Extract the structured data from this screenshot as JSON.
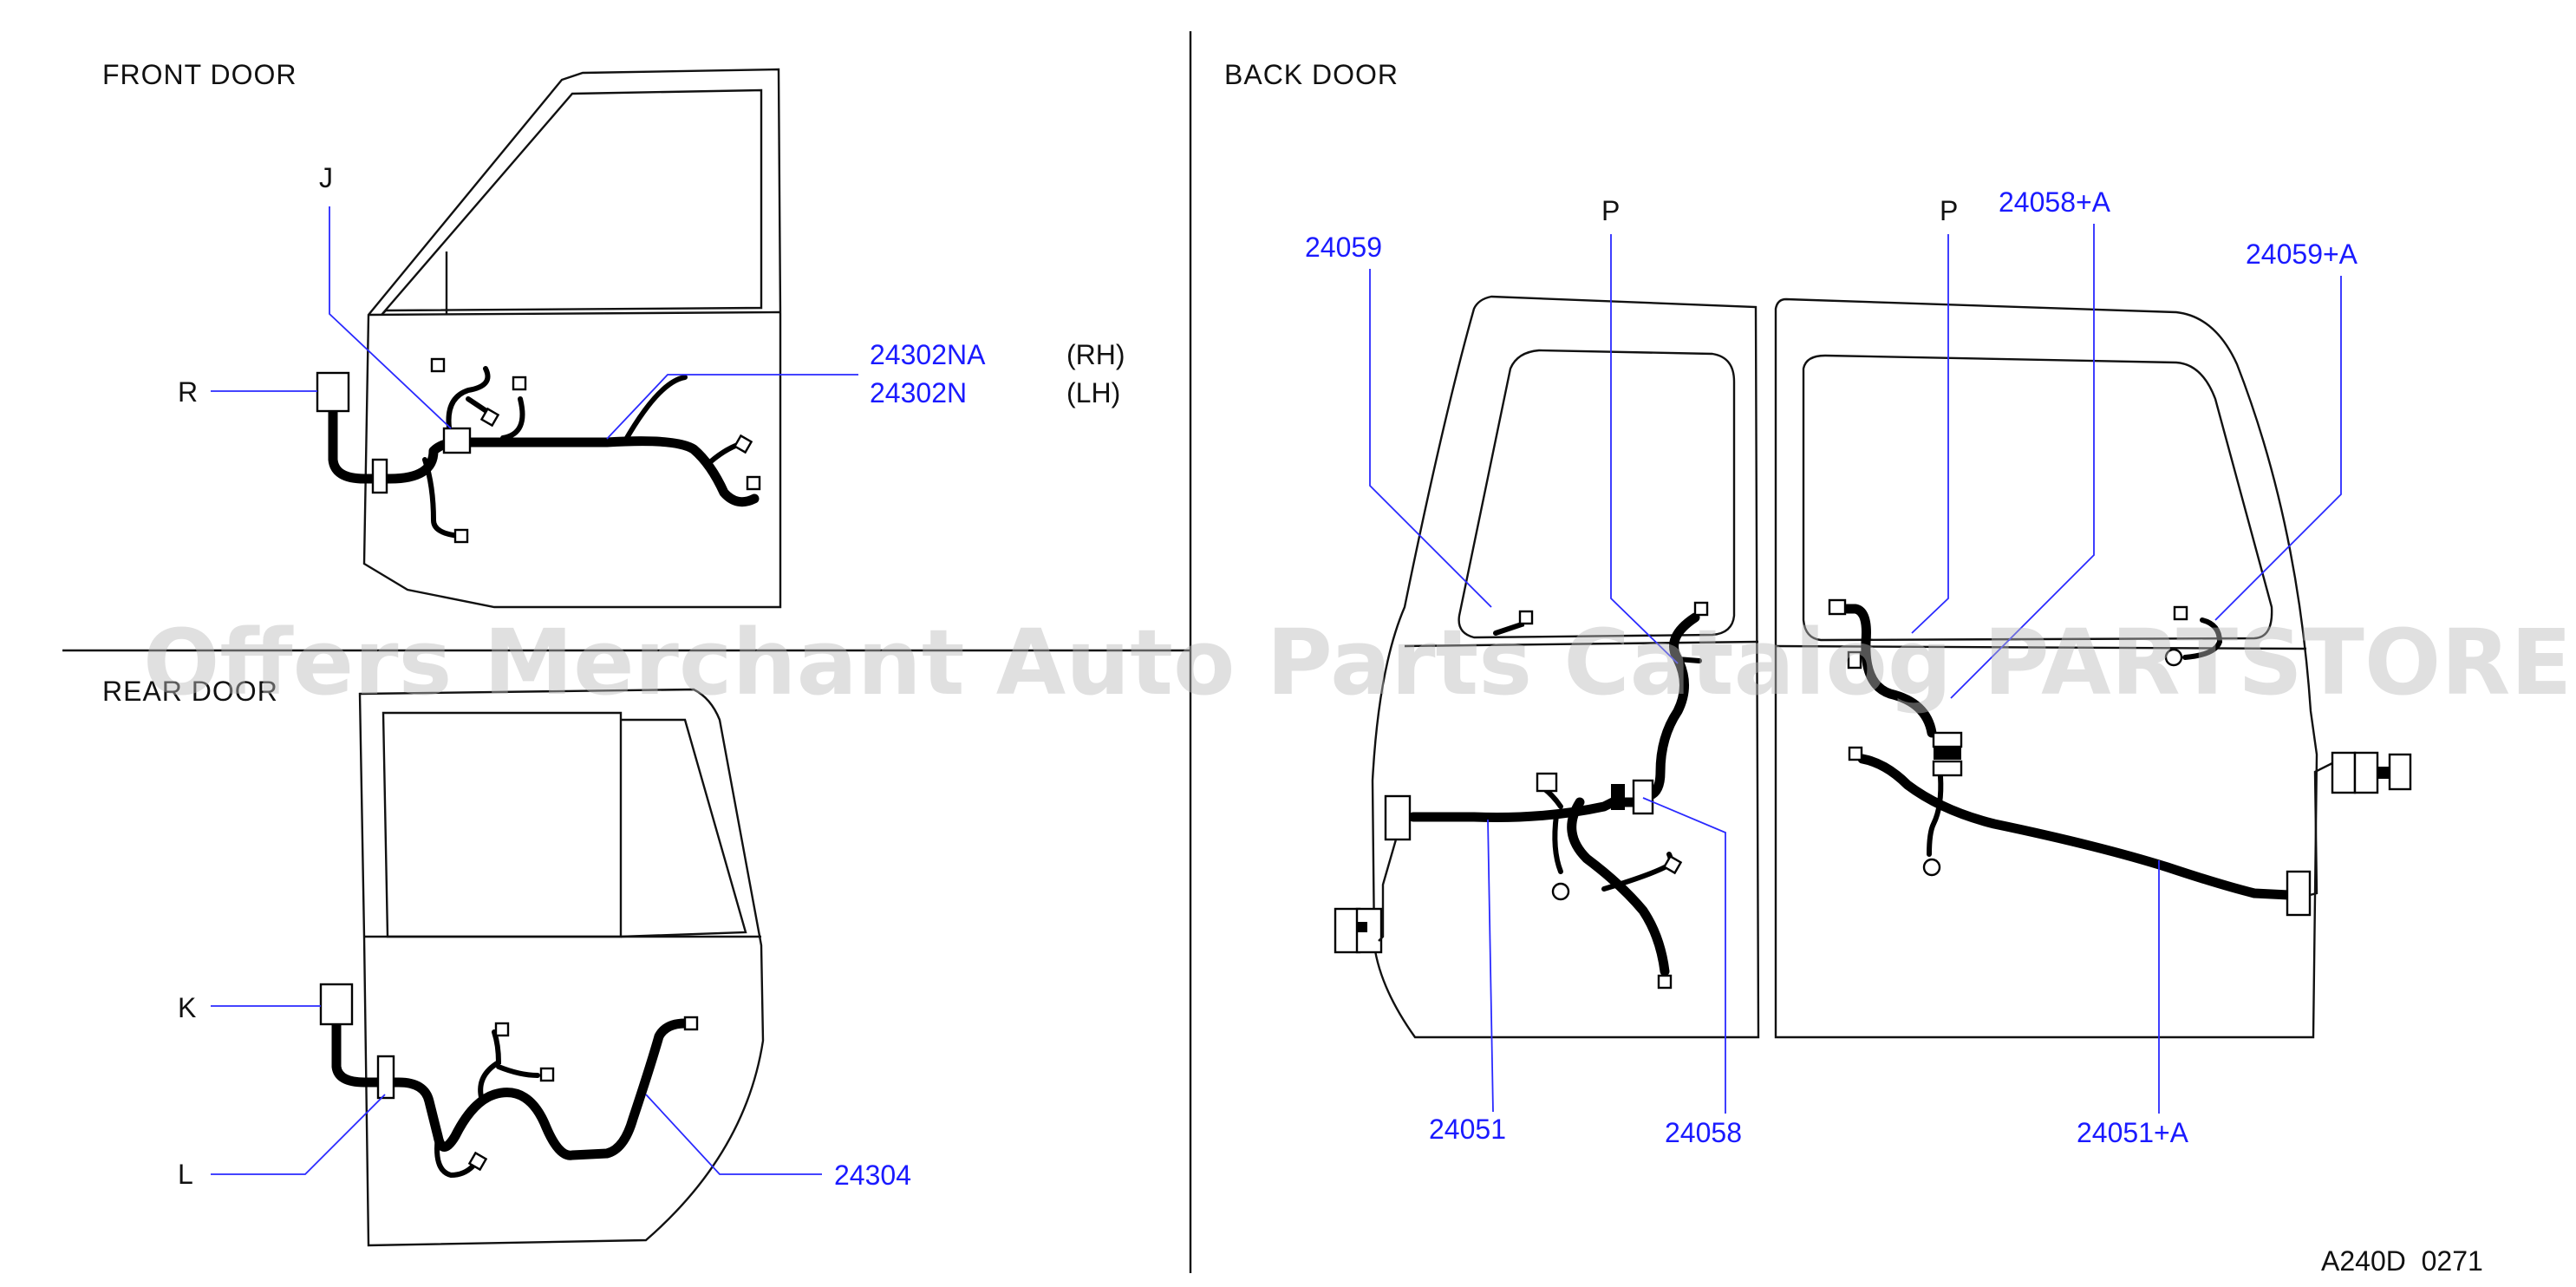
{
  "sections": {
    "front_door": "FRONT DOOR",
    "rear_door": "REAR DOOR",
    "back_door": "BACK DOOR"
  },
  "labels": {
    "j": "J",
    "r": "R",
    "k": "K",
    "l": "L",
    "p1": "P",
    "p2": "P"
  },
  "part_numbers": {
    "front_rh": "24302NA",
    "front_lh": "24302N",
    "rear": "24304",
    "back_24059": "24059",
    "back_24058A": "24058+A",
    "back_24059A": "24059+A",
    "back_24051": "24051",
    "back_24058": "24058",
    "back_24051A": "24051+A"
  },
  "side_notes": {
    "rh": "(RH)",
    "lh": "(LH)"
  },
  "diagram_code": "A240D  0271",
  "watermark": "Offers Merchant Auto Parts Catalog PARTSTORE.SA",
  "colors": {
    "part_number": "#1a1aff",
    "ink": "#111111",
    "watermark": "#bbbbbb"
  }
}
